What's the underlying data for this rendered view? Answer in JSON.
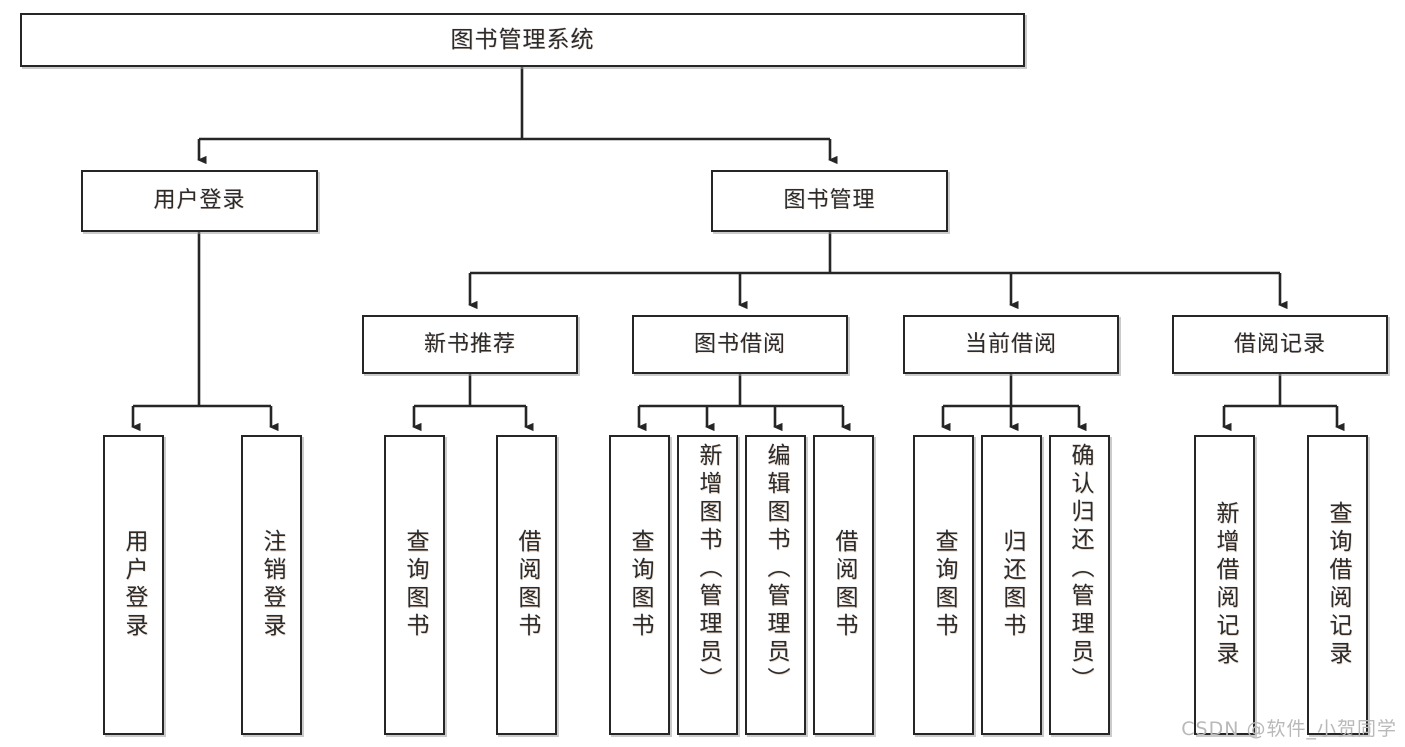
{
  "diagram": {
    "title": "图书管理系统",
    "type": "hierarchy-tree",
    "root": {
      "id": "root",
      "label": "图书管理系统"
    },
    "level2": [
      {
        "id": "user-login",
        "label": "用户登录"
      },
      {
        "id": "book-manage",
        "label": "图书管理"
      }
    ],
    "level3": [
      {
        "id": "new-book-rec",
        "label": "新书推荐"
      },
      {
        "id": "book-borrow",
        "label": "图书借阅"
      },
      {
        "id": "current-borrow",
        "label": "当前借阅"
      },
      {
        "id": "borrow-record",
        "label": "借阅记录"
      }
    ],
    "leaves": {
      "user_login": [
        {
          "id": "leaf-user-login",
          "label": "用户登录"
        },
        {
          "id": "leaf-user-logout",
          "label": "注销登录"
        }
      ],
      "new_book_rec": [
        {
          "id": "leaf-query-book-1",
          "label": "查询图书"
        },
        {
          "id": "leaf-borrow-book-1",
          "label": "借阅图书"
        }
      ],
      "book_borrow": [
        {
          "id": "leaf-query-book-2",
          "label": "查询图书"
        },
        {
          "id": "leaf-add-book",
          "label": "新增图书（管理员）"
        },
        {
          "id": "leaf-edit-book",
          "label": "编辑图书（管理员）"
        },
        {
          "id": "leaf-borrow-book-2",
          "label": "借阅图书"
        }
      ],
      "current_borrow": [
        {
          "id": "leaf-query-book-3",
          "label": "查询图书"
        },
        {
          "id": "leaf-return-book",
          "label": "归还图书"
        },
        {
          "id": "leaf-confirm-return",
          "label": "确认归还（管理员）"
        }
      ],
      "borrow_record": [
        {
          "id": "leaf-add-record",
          "label": "新增借阅记录"
        },
        {
          "id": "leaf-query-record",
          "label": "查询借阅记录"
        }
      ]
    },
    "colors": {
      "box_border": "#262626",
      "box_fill": "#ffffff",
      "text": "#2b2b2b",
      "line": "#262626",
      "watermark": "#b9b9b9",
      "background": "#ffffff"
    }
  },
  "watermark": {
    "text": "CSDN @软件_小贺同学"
  }
}
